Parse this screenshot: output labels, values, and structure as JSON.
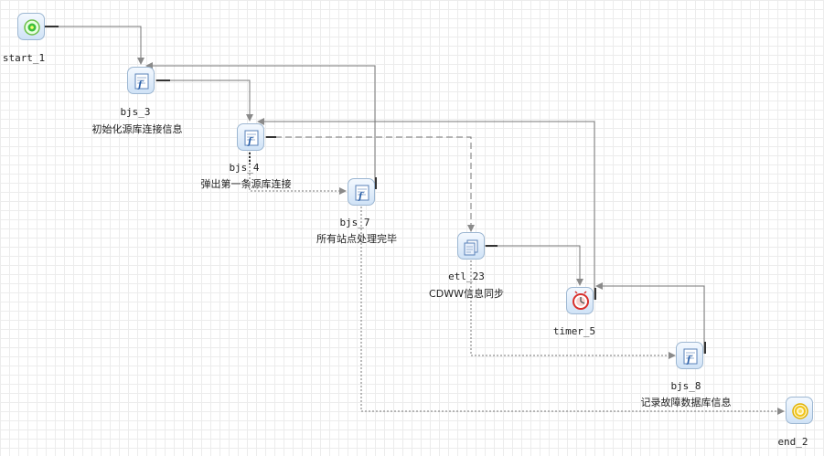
{
  "nodes": {
    "start_1": {
      "id": "start_1",
      "icon": "start-icon"
    },
    "bjs_3": {
      "id": "bjs_3",
      "desc": "初始化源库连接信息",
      "icon": "script-icon"
    },
    "bjs_4": {
      "id": "bjs_4",
      "desc": "弹出第一条源库连接",
      "icon": "script-icon"
    },
    "bjs_7": {
      "id": "bjs_7",
      "desc": "所有站点处理完毕",
      "icon": "script-icon"
    },
    "etl_23": {
      "id": "etl_23",
      "desc": "CDWW信息同步",
      "icon": "etl-icon"
    },
    "timer_5": {
      "id": "timer_5",
      "icon": "timer-icon"
    },
    "bjs_8": {
      "id": "bjs_8",
      "desc": "记录故障数据库信息",
      "icon": "script-icon"
    },
    "end_2": {
      "id": "end_2",
      "icon": "end-icon"
    }
  },
  "colors": {
    "connector": "#777777",
    "node_border": "#9db7d2",
    "start": "#3cbf3c",
    "end": "#f0c419",
    "timer": "#d9302c",
    "script": "#2a5fa8"
  }
}
